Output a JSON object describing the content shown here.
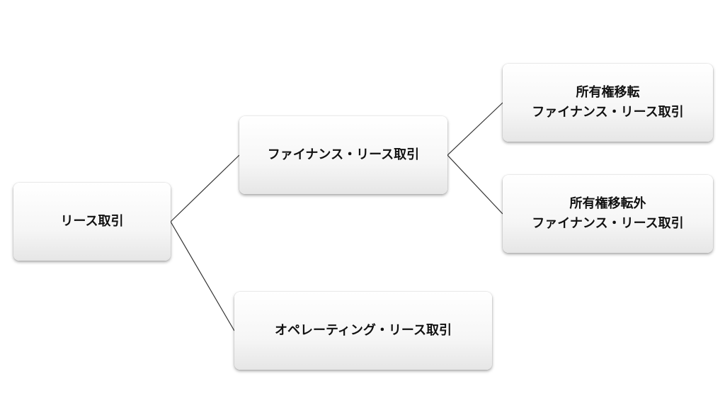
{
  "nodes": {
    "root": {
      "label": "リース取引"
    },
    "finance": {
      "label": "ファイナンス・リース取引"
    },
    "transfer": {
      "line1": "所有権移転",
      "line2": "ファイナンス・リース取引"
    },
    "nontransfer": {
      "line1": "所有権移転外",
      "line2": "ファイナンス・リース取引"
    },
    "operating": {
      "label": "オペレーティング・リース取引"
    }
  },
  "edges": [
    {
      "from": "root",
      "to": "finance"
    },
    {
      "from": "root",
      "to": "operating"
    },
    {
      "from": "finance",
      "to": "transfer"
    },
    {
      "from": "finance",
      "to": "nontransfer"
    }
  ],
  "colors": {
    "line": "#333333",
    "text": "#111111"
  }
}
